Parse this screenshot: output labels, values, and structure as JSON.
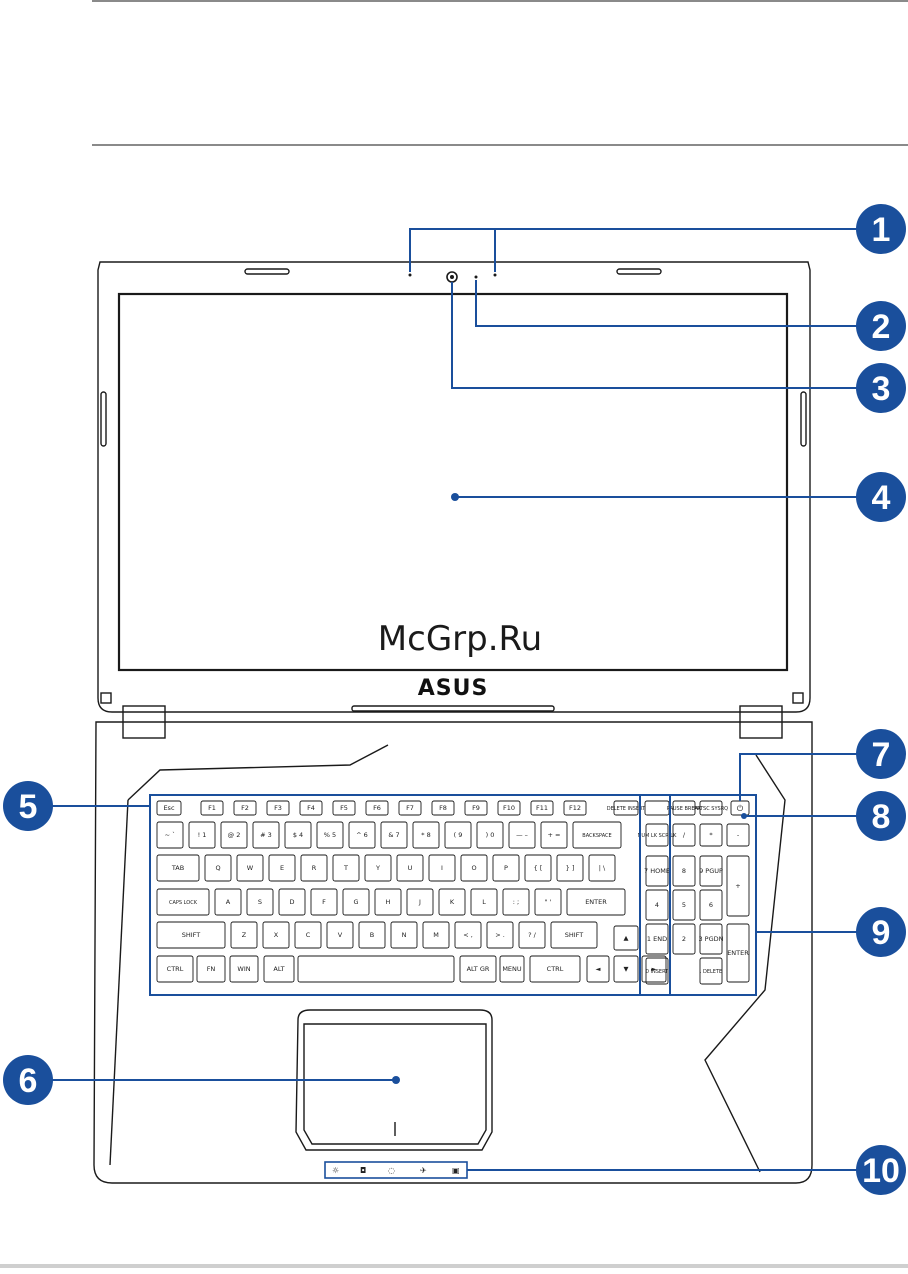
{
  "watermark": "McGrp.Ru",
  "brand_logo": "ASUS",
  "callouts": [
    {
      "number": "1"
    },
    {
      "number": "2"
    },
    {
      "number": "3"
    },
    {
      "number": "4"
    },
    {
      "number": "5"
    },
    {
      "number": "6"
    },
    {
      "number": "7"
    },
    {
      "number": "8"
    },
    {
      "number": "9"
    },
    {
      "number": "10"
    }
  ],
  "keyboard": {
    "function_row": [
      "Esc",
      "F1",
      "F2",
      "F3",
      "F4",
      "F5",
      "F6",
      "F7",
      "F8",
      "F9",
      "F10",
      "F11",
      "F12",
      "DELETE INSERT",
      "PAUSE BREAK",
      "PRTSC SYSRQ"
    ],
    "number_row": [
      "~ `",
      "! 1",
      "@ 2",
      "# 3",
      "$ 4",
      "% 5",
      "^ 6",
      "& 7",
      "* 8",
      "( 9",
      ") 0",
      "— –",
      "+ =",
      "BACKSPACE"
    ],
    "top_row": [
      "TAB",
      "Q",
      "W",
      "E",
      "R",
      "T",
      "Y",
      "U",
      "I",
      "O",
      "P",
      "{ [",
      "} ]",
      "| \\"
    ],
    "home_row": [
      "CAPS LOCK",
      "A",
      "S",
      "D",
      "F",
      "G",
      "H",
      "J",
      "K",
      "L",
      ": ;",
      "\" '",
      "ENTER"
    ],
    "bottom_row": [
      "SHIFT",
      "Z",
      "X",
      "C",
      "V",
      "B",
      "N",
      "M",
      "< ,",
      "> .",
      "? /",
      "SHIFT"
    ],
    "space_row": [
      "CTRL",
      "FN",
      "WIN",
      "ALT",
      "ALT GR",
      "MENU",
      "CTRL"
    ],
    "numpad": [
      "NUM LK SCR LK",
      "/",
      "*",
      "-",
      "7 HOME",
      "8",
      "9 PGUP",
      "+",
      "4",
      "5",
      "6",
      "1 END",
      "2",
      "3 PGDN",
      "ENTER",
      "0 INSERT",
      ". DELETE"
    ]
  },
  "colors": {
    "callout": "#1a4f9c",
    "line": "#1a4f9c",
    "outline": "#1a1a1a"
  },
  "icons": [
    "webcam-icon",
    "power-icon",
    "led-indicator-icons"
  ]
}
